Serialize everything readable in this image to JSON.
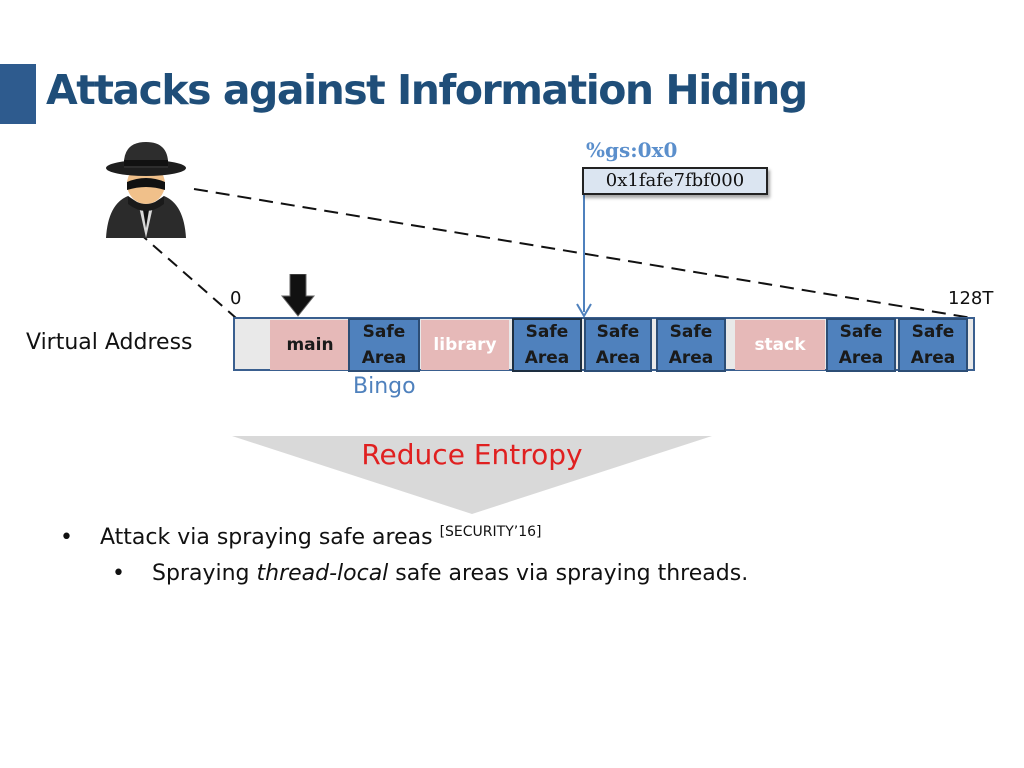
{
  "title": "Attacks against Information Hiding",
  "register": {
    "label": "%gs:0x0",
    "address": "0x1fafe7fbf000"
  },
  "diagram": {
    "start_label": "0",
    "end_label": "128T",
    "row_label": "Virtual Address",
    "regions": [
      {
        "label": "main",
        "kind": "code"
      },
      {
        "label": "Safe Area",
        "kind": "safe"
      },
      {
        "label": "library",
        "kind": "code"
      },
      {
        "label": "Safe Area",
        "kind": "safe",
        "hit": true
      },
      {
        "label": "Safe Area",
        "kind": "safe"
      },
      {
        "label": "Safe Area",
        "kind": "safe"
      },
      {
        "label": "stack",
        "kind": "code"
      },
      {
        "label": "Safe Area",
        "kind": "safe"
      },
      {
        "label": "Safe Area",
        "kind": "safe"
      }
    ],
    "hit_label": "Bingo",
    "funnel_label": "Reduce Entropy"
  },
  "bullets": [
    {
      "marker": "•",
      "text": "Attack via spraying safe areas ",
      "citation": "[SECURITY’16]"
    },
    {
      "marker": "•",
      "pre": "Spraying ",
      "emph": "thread-local",
      "post": " safe areas via spraying threads."
    }
  ],
  "icons": {
    "attacker": "spy-hacker-icon",
    "probe": "down-arrow-icon"
  },
  "colors": {
    "title": "#1f4e79",
    "safe_area": "#4f81bd",
    "code_region": "#e6b9b8",
    "highlight": "#e02020",
    "register_label": "#5b8fcc"
  }
}
